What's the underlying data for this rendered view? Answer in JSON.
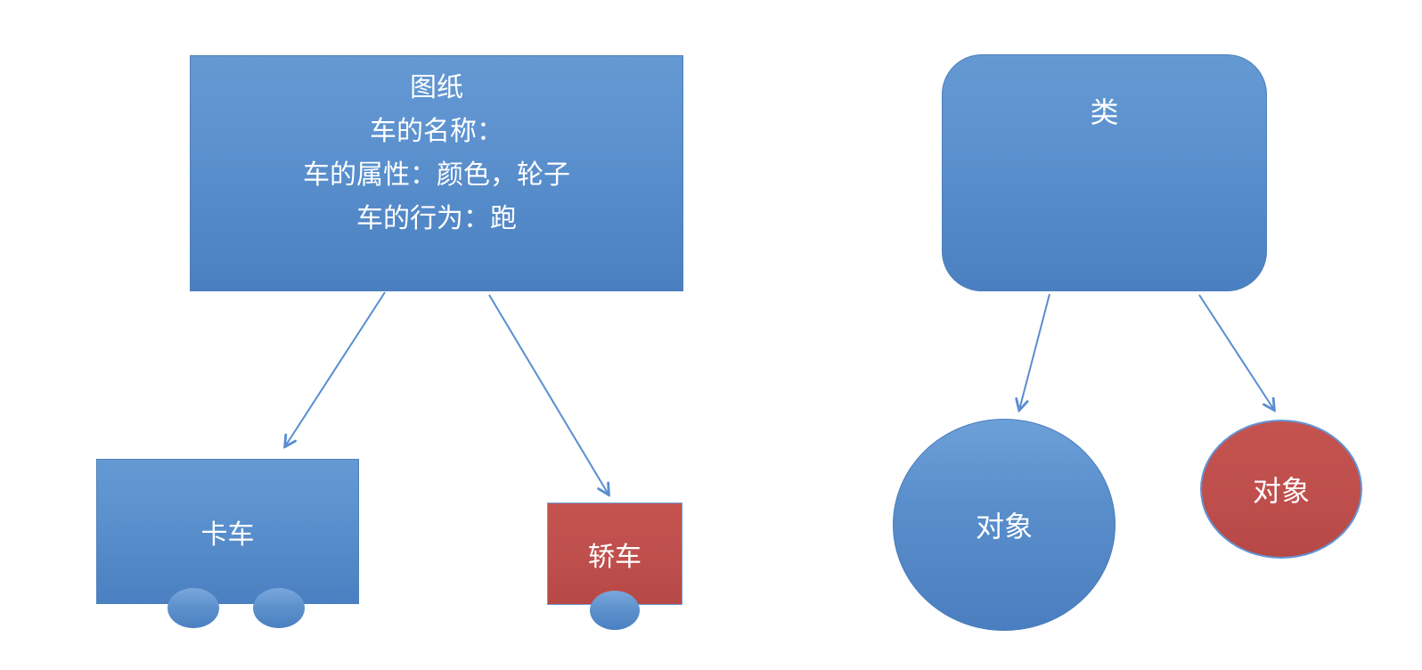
{
  "diagram": {
    "description": "class-vs-object concept diagram",
    "left": {
      "blueprint": {
        "lines": [
          "图纸",
          "车的名称：",
          "车的属性：颜色，轮子",
          "车的行为：跑"
        ]
      },
      "truck": {
        "label": "卡车"
      },
      "sedan": {
        "label": "轿车"
      }
    },
    "right": {
      "class_box": {
        "label": "类"
      },
      "object_blue": {
        "label": "对象"
      },
      "object_red": {
        "label": "对象"
      }
    }
  },
  "colors": {
    "blue_fill_top": "#6499d3",
    "blue_fill_bottom": "#4a80c1",
    "blue_border": "#4d80ba",
    "red_fill": "#c0504d",
    "red_border_blue": "#6da0da",
    "arrow": "#5a8dd0",
    "text": "#ffffff",
    "background": "#ffffff"
  }
}
